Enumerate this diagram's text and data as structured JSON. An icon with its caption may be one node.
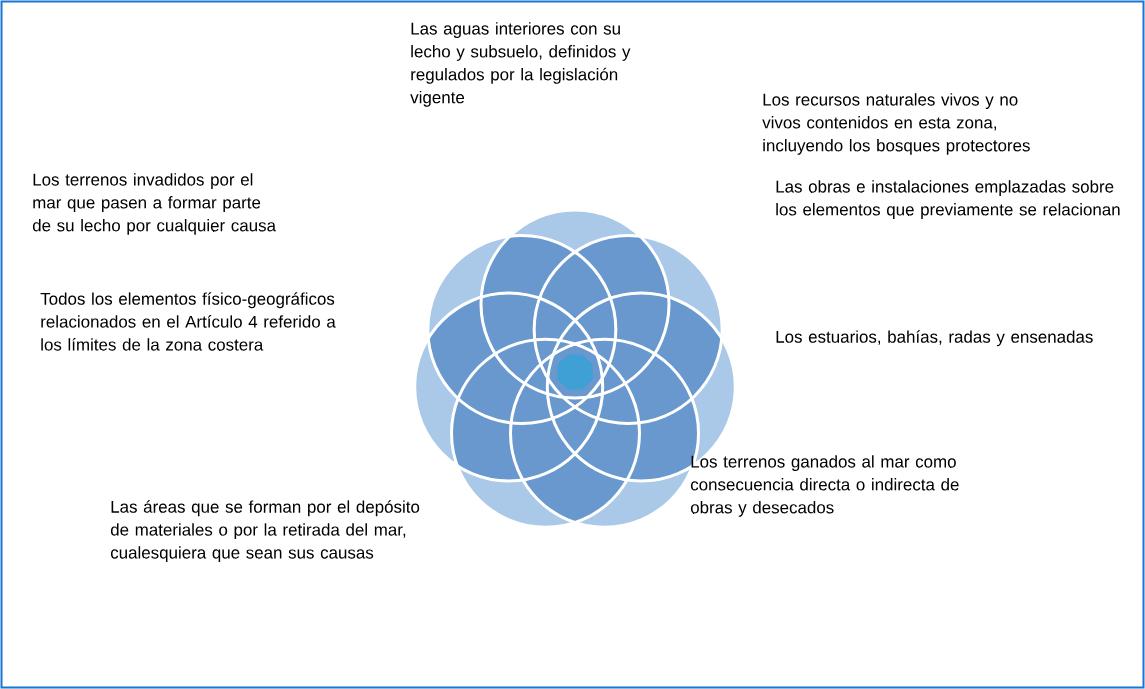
{
  "diagram": {
    "labels": [
      "Las aguas interiores con su lecho y subsuelo, definidos y regulados por la legislación vigente",
      "Los recursos naturales vivos y no vivos contenidos en esta zona, incluyendo los bosques protectores",
      "Los terrenos invadidos por el mar que pasen a formar parte de su lecho por cualquier causa",
      "Las obras e instalaciones emplazadas sobre los elementos que previamente se relacionan",
      "Todos los elementos físico-geográficos relacionados en el Artículo 4 referido a los límites de la zona costera",
      "Los estuarios, bahías, radas y ensenadas",
      "Los terrenos ganados al mar como consecuencia directa o indirecta de obras y desecados",
      "Las áreas que se forman por el depósito de materiales o por la retirada del mar, cualesquiera que sean sus causas"
    ]
  }
}
